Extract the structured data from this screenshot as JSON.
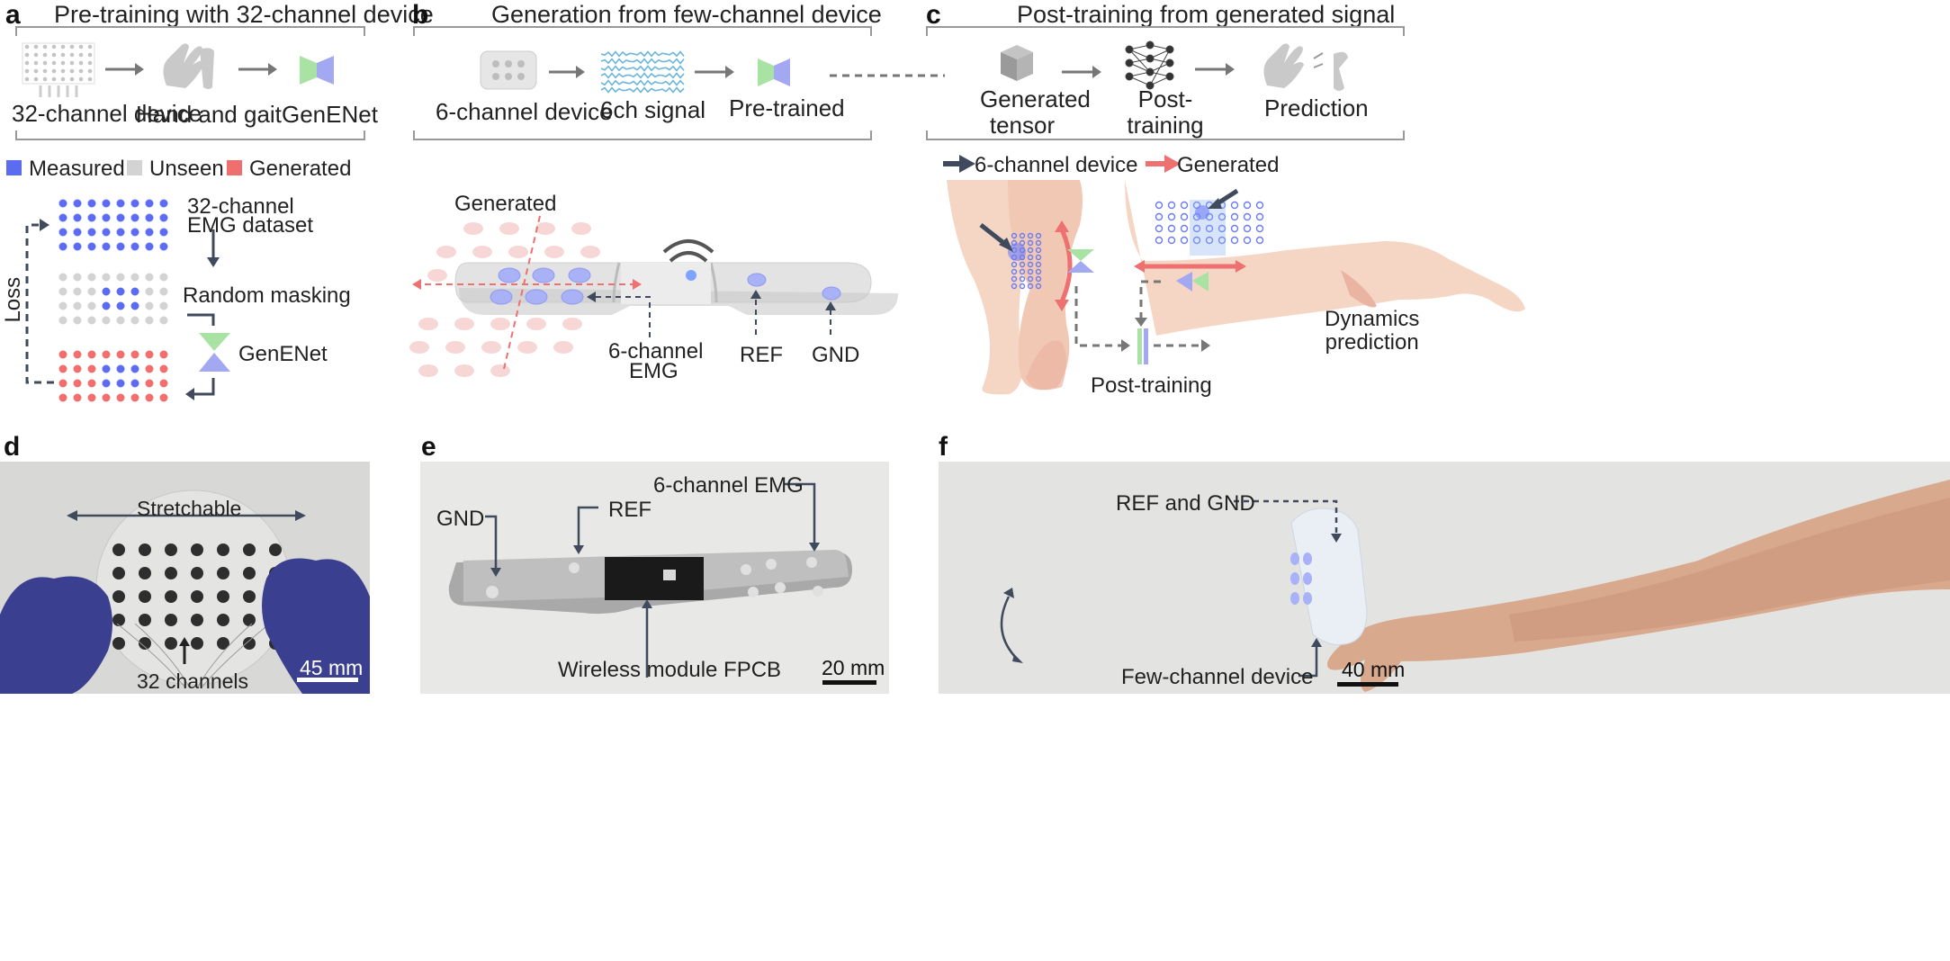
{
  "panel_a": {
    "letter": "a",
    "title": "Pre-training with 32-channel device",
    "step1": "32-channel device",
    "step2": "Hand and gait",
    "step3": "GenENet",
    "legend": [
      "Measured",
      "Unseen",
      "Generated"
    ],
    "dataset_label_1": "32-channel",
    "dataset_label_2": "EMG dataset",
    "masking_label": "Random masking",
    "model_label": "GenENet",
    "loss_label": "Loss",
    "colors": {
      "measured": "#5b6cf0",
      "unseen": "#d3d3d3",
      "generated": "#ef6f6f"
    }
  },
  "panel_b": {
    "letter": "b",
    "title": "Generation from few-channel device",
    "step1": "6-channel device",
    "step2": "6ch signal",
    "step3": "Pre-trained",
    "generated_label": "Generated",
    "emg_label_1": "6-channel",
    "emg_label_2": "EMG",
    "ref_label": "REF",
    "gnd_label": "GND"
  },
  "panel_c": {
    "letter": "c",
    "title": "Post-training from generated signal",
    "step1_1": "Generated",
    "step1_2": "tensor",
    "step2_1": "Post-",
    "step2_2": "training",
    "step3": "Prediction",
    "legend_device": "6-channel device",
    "legend_generated": "Generated",
    "post_training_label": "Post-training",
    "dynamics_1": "Dynamics",
    "dynamics_2": "prediction"
  },
  "panel_d": {
    "letter": "d",
    "stretchable": "Stretchable",
    "channels": "32 channels",
    "scale": "45 mm"
  },
  "panel_e": {
    "letter": "e",
    "gnd": "GND",
    "ref": "REF",
    "emg": "6-channel EMG",
    "module": "Wireless module FPCB",
    "scale": "20 mm"
  },
  "panel_f": {
    "letter": "f",
    "ref_gnd": "REF and GND",
    "device": "Few-channel device",
    "scale": "40 mm"
  }
}
